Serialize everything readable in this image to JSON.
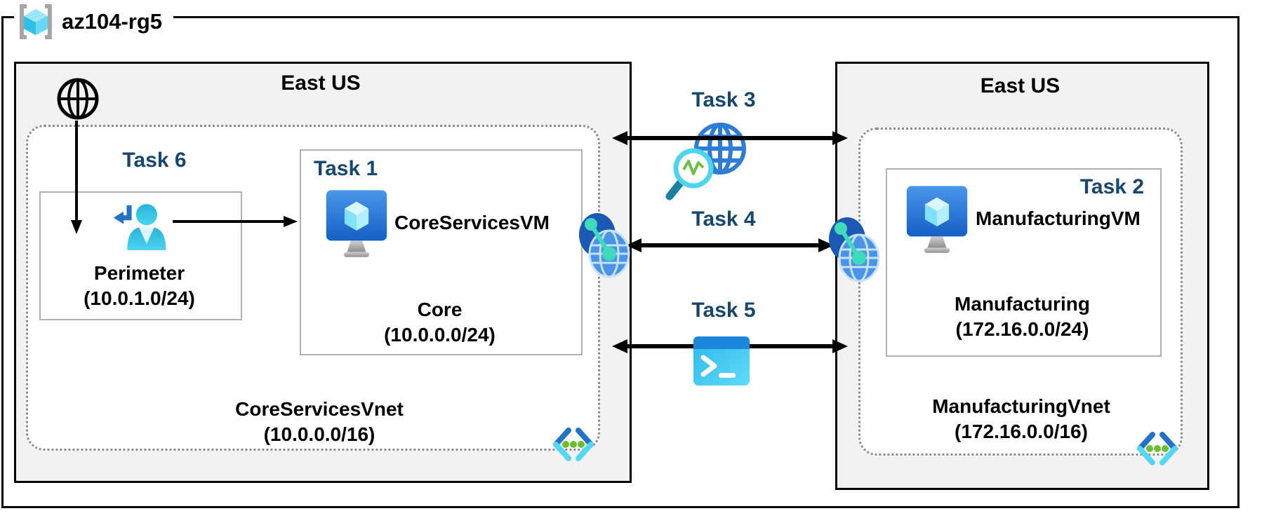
{
  "resource_group": {
    "name": "az104-rg5",
    "icon": "resource-group-icon"
  },
  "left_region": {
    "title": "East US",
    "internet_icon": "internet-globe-icon",
    "vnet": {
      "name": "CoreServicesVnet",
      "cidr": "(10.0.0.0/16)",
      "subnet_icon": "subnet-icon"
    },
    "task6": {
      "label": "Task 6"
    },
    "perimeter": {
      "name": "Perimeter",
      "cidr": "(10.0.1.0/24)",
      "icon": "guest-user-icon"
    },
    "task1": {
      "label": "Task 1",
      "vm_name": "CoreServicesVM",
      "vm_icon": "virtual-machine-icon",
      "subnet_name": "Core",
      "subnet_cidr": "(10.0.0.0/24)"
    }
  },
  "right_region": {
    "title": "East US",
    "vnet": {
      "name": "ManufacturingVnet",
      "cidr": "(172.16.0.0/16)",
      "subnet_icon": "subnet-icon"
    },
    "task2": {
      "label": "Task 2",
      "vm_name": "ManufacturingVM",
      "vm_icon": "virtual-machine-icon",
      "subnet_name": "Manufacturing",
      "subnet_cidr": "(172.16.0.0/24)"
    }
  },
  "connections": {
    "task3": {
      "label": "Task 3",
      "icon": "network-watcher-icon",
      "type": "double-arrow"
    },
    "task4": {
      "label": "Task 4",
      "icon": "vnet-peering-icon",
      "type": "double-arrow"
    },
    "task5": {
      "label": "Task 5",
      "icon": "cloud-shell-icon",
      "type": "double-arrow"
    }
  },
  "colors": {
    "task_text": "#17466e",
    "region_fill": "#f2f2f2",
    "region_border": "#000000",
    "vnet_border": "#8c8c8c",
    "inner_box_border": "#b0b0b0",
    "arrow": "#000000",
    "azure_blue": "#1b6fd4",
    "azure_cyan": "#50e6ff",
    "mint": "#3fd9bb",
    "green": "#6abf2e"
  }
}
